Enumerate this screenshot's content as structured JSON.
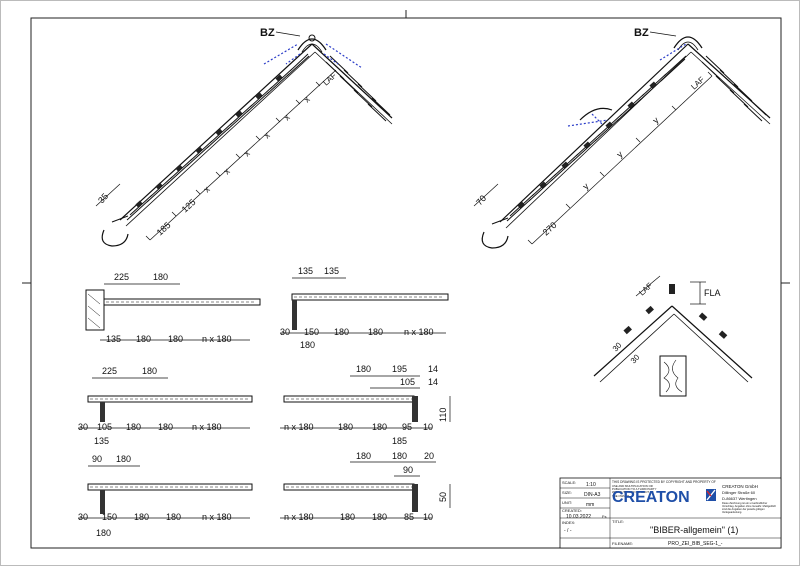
{
  "labels": {
    "bz_left": "BZ",
    "bz_right": "BZ",
    "laf": "LAF",
    "fla": "FLA",
    "x": "x",
    "y": "y"
  },
  "ridge_left_dims": {
    "d35": "35",
    "d125": "125",
    "d185": "185"
  },
  "ridge_right_dims": {
    "d70": "70",
    "d270": "270"
  },
  "detail_dims": {
    "d30": "30",
    "d30b": "30"
  },
  "section1": {
    "top_a": "225",
    "top_b": "180",
    "bottom": [
      "135",
      "180",
      "180",
      "n x 180"
    ]
  },
  "section2": {
    "top_a": "135",
    "top_b": "135",
    "bottom": [
      "30",
      "150",
      "180",
      "180",
      "n x 180"
    ],
    "bottom2": "180"
  },
  "section3": {
    "top_a": "225",
    "top_b": "180",
    "bottom": [
      "30",
      "105",
      "180",
      "180",
      "n x 180"
    ],
    "bottom2": "135"
  },
  "section4": {
    "top": [
      "180",
      "195",
      "14"
    ],
    "top2": [
      "105",
      "14"
    ],
    "side": "110",
    "bottom": [
      "n x 180",
      "180",
      "180",
      "95",
      "10"
    ],
    "bottom2": "185"
  },
  "section5": {
    "top_a": "90",
    "top_b": "180",
    "bottom": [
      "30",
      "150",
      "180",
      "180",
      "n x 180"
    ],
    "bottom2": "180"
  },
  "section6": {
    "top": [
      "180",
      "180",
      "20"
    ],
    "top2": "90",
    "side": "50",
    "bottom": [
      "n x 180",
      "180",
      "180",
      "85",
      "10"
    ]
  },
  "title_block": {
    "scale_label": "SCALE:",
    "scale_value": "1:10",
    "size_label": "SIZE:",
    "size_value": "DIN-A3",
    "unit_label": "UNIT:",
    "unit_value": "mm",
    "created_label": "CREATED:",
    "created_value": "10.03.2022",
    "initials": "Fs",
    "index_label": "INDEX:",
    "index_value": "- / -",
    "title_label": "TITLE:",
    "title_value": "\"BIBER-allgemein\" (1)",
    "filename_label": "FILENAME:",
    "filename_value": "PRO_ZEI_BIB_SEG-1_-",
    "copyright": "THIS DRAWING IS PROTECTED BY COPYRIGHT AND PROPERTY OF",
    "use_note": "USE AND MULTIPLICATION OR PUBLICATION TO A THIRD PARTY WITHOUT PRIOR CONSENT OF THE OWNER",
    "brand": "CREATON",
    "company_name": "CREATON GmbH",
    "company_street": "Dillinger Straße 60",
    "company_city": "D-86637 Wertingen",
    "disclaimer": "Diese Zeichnung ist ein unverbindlicher Vorschlag. Angaben ohne Gewähr. Maßgeblich sind die Angaben der jeweils gültigen Verlegeanleitung."
  },
  "colors": {
    "line": "#111111",
    "accent_blue": "#2a3cc8",
    "brand_blue": "#1f4fa8"
  }
}
